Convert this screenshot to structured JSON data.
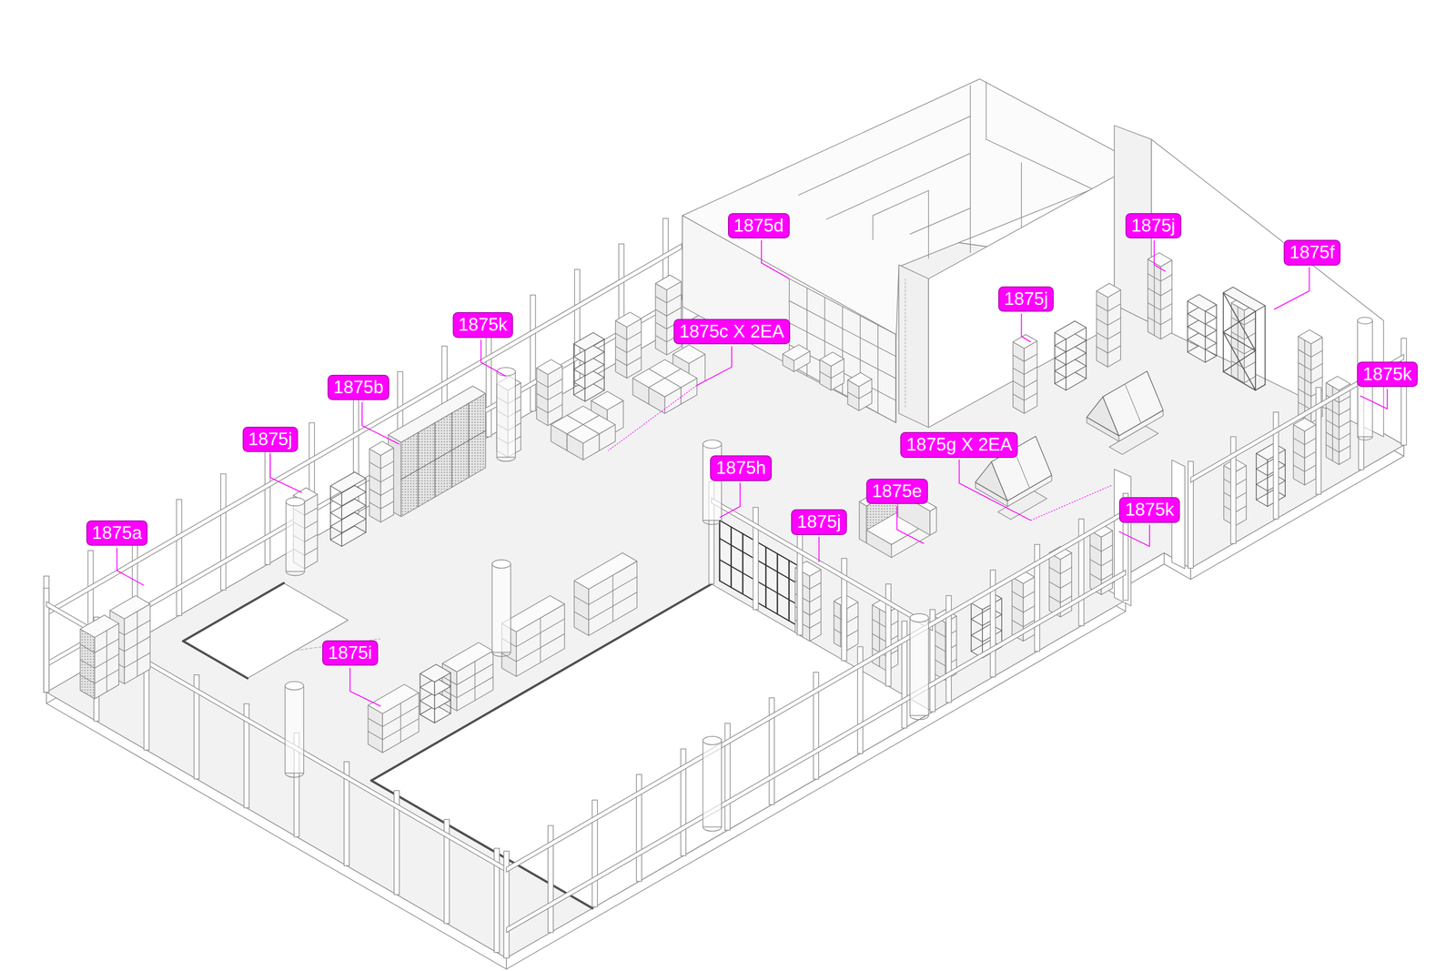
{
  "diagram": {
    "nodes": [
      {
        "text": [
          "1875d"
        ]
      },
      {
        "text": [
          "1875j"
        ]
      },
      {
        "text": [
          "1875f"
        ]
      },
      {
        "text": [
          "1875j"
        ]
      },
      {
        "text": [
          "1875k"
        ]
      },
      {
        "text": [
          "1875c X 2EA"
        ]
      },
      {
        "text": [
          "1875b"
        ]
      },
      {
        "text": [
          "1875k"
        ]
      },
      {
        "text": [
          "1875j"
        ]
      },
      {
        "text": [
          "1875g X 2EA"
        ]
      },
      {
        "text": [
          "1875h"
        ]
      },
      {
        "text": [
          "1875e"
        ]
      },
      {
        "text": [
          "1875k"
        ]
      },
      {
        "text": [
          "1875j"
        ]
      },
      {
        "text": [
          "1875a"
        ]
      },
      {
        "text": [
          "1875i"
        ]
      }
    ]
  }
}
